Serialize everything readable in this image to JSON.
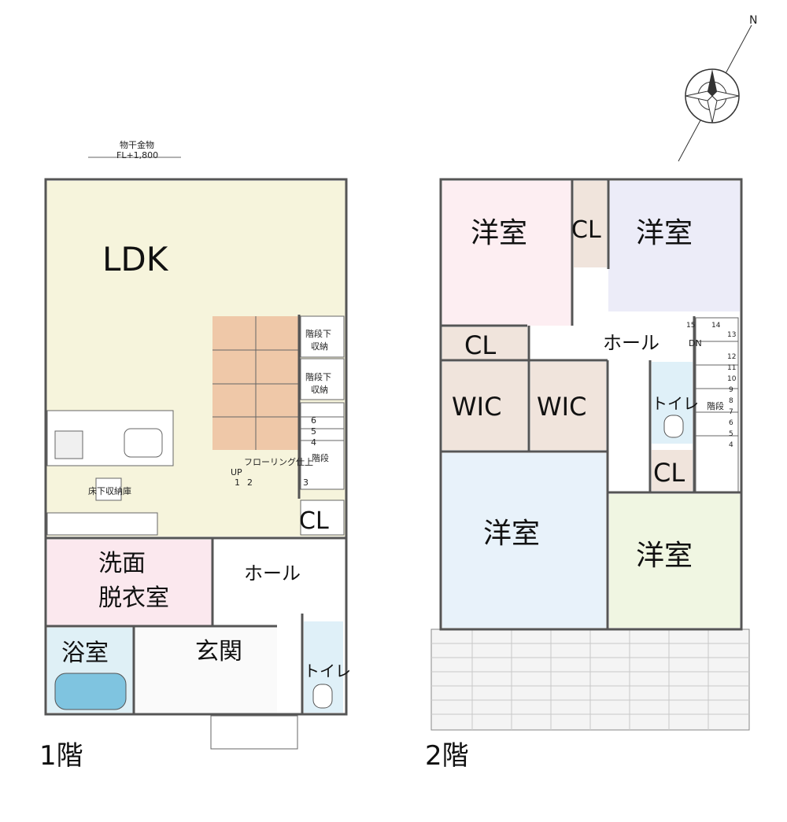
{
  "floor1": {
    "caption": "1階",
    "ldk": "LDK",
    "under_stairs_storage_1": [
      "階段下",
      "収納"
    ],
    "under_stairs_storage_2": [
      "階段下",
      "収納"
    ],
    "flooring_note": "フローリング仕上",
    "stairs": "階段",
    "up": "UP",
    "stair_steps": [
      "1",
      "2",
      "3",
      "4",
      "5",
      "6"
    ],
    "floor_storage": "床下収納庫",
    "closet": "CL",
    "hall": "ホール",
    "washroom": [
      "洗面",
      "脱衣室"
    ],
    "bath": "浴室",
    "entrance": "玄関",
    "toilet": "トイレ",
    "hanger_note": [
      "物干金物",
      "FL+1,800"
    ]
  },
  "floor2": {
    "caption": "2階",
    "room_pink": "洋室",
    "room_lavender": "洋室",
    "room_blue": "洋室",
    "room_green": "洋室",
    "closet_top": "CL",
    "closet_left": "CL",
    "closet_right": "CL",
    "wic_1": "WIC",
    "wic_2": "WIC",
    "hall": "ホール",
    "toilet": "トイレ",
    "stairs": "階段",
    "dn": "DN",
    "stair_steps": [
      "4",
      "5",
      "6",
      "7",
      "8",
      "9",
      "10",
      "11",
      "12",
      "13",
      "14",
      "15"
    ]
  },
  "compass": {
    "north": "N"
  },
  "colors": {
    "ldk": "#f6f4dc",
    "tatami": "#efc8a8",
    "washroom": "#fbe8ee",
    "bath": "#dff0f6",
    "toilet": "#dff0f8",
    "pink": "#fdeef2",
    "lavender": "#ececf8",
    "closet": "#f0e4dc",
    "blue": "#e8f2fa",
    "green": "#f0f6e2",
    "balcony": "#f4f4f4"
  }
}
